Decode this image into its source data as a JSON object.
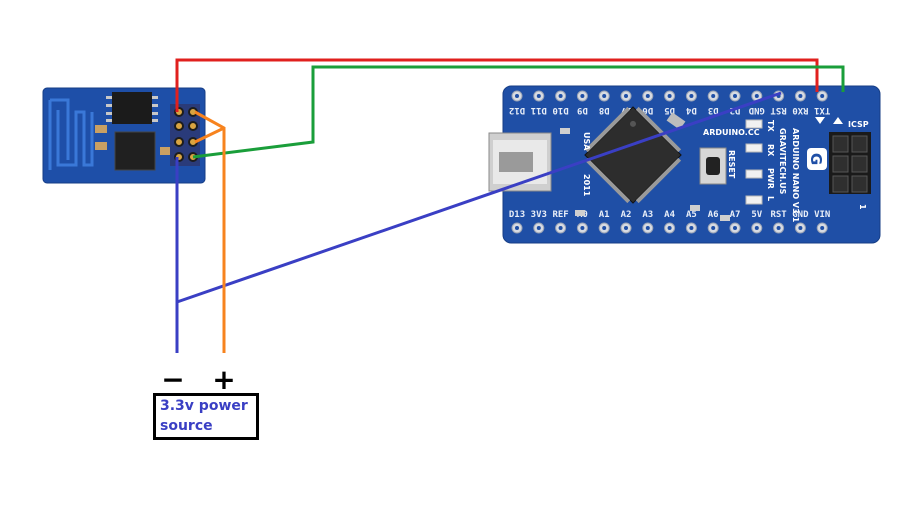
{
  "power_source": {
    "label": "3.3v power source",
    "minus": "−",
    "plus": "+"
  },
  "arduino": {
    "top_pins": [
      "D12",
      "D11",
      "D10",
      "D9",
      "D8",
      "D7",
      "D6",
      "D5",
      "D4",
      "D3",
      "D2",
      "GND",
      "RST",
      "RX0",
      "TX1"
    ],
    "bottom_pins": [
      "D13",
      "3V3",
      "REF",
      "A0",
      "A1",
      "A2",
      "A3",
      "A4",
      "A5",
      "A6",
      "A7",
      "5V",
      "RST",
      "GND",
      "VIN"
    ],
    "text_arduino_cc": "ARDUINO.CC",
    "text_nano": "ARDUINO NANO V3.1",
    "text_gravitech": "GRAVITECH.US",
    "text_usa": "USA",
    "text_year": "2011",
    "text_reset": "RESET",
    "text_tx": "TX",
    "text_rx": "RX",
    "text_pwr": "PWR",
    "text_l": "L",
    "text_icsp": "ICSP",
    "text_one": "1",
    "logo_letter": "G"
  },
  "wires": {
    "red": "#e0201e",
    "green": "#1a9e3a",
    "blue": "#3a3fc4",
    "orange": "#f7831e"
  }
}
